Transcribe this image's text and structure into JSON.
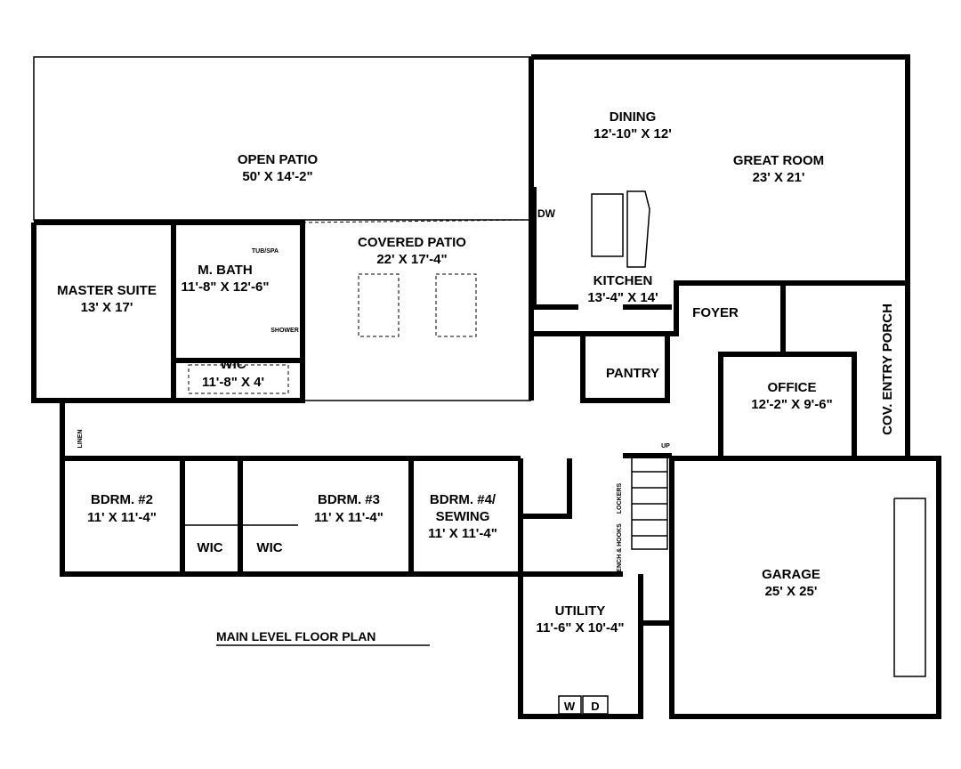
{
  "plan_title": "MAIN LEVEL FLOOR PLAN",
  "rooms": [
    {
      "name": "OPEN PATIO",
      "size": "50' X 14'-2\""
    },
    {
      "name": "DINING",
      "size": "12'-10\" X 12'"
    },
    {
      "name": "GREAT ROOM",
      "size": "23' X 21'"
    },
    {
      "name": "COVERED PATIO",
      "size": "22' X 17'-4\""
    },
    {
      "name": "MASTER SUITE",
      "size": "13' X 17'"
    },
    {
      "name": "M. BATH",
      "size": "11'-8\" X 12'-6\""
    },
    {
      "name": "KITCHEN",
      "size": "13'-4\" X 14'"
    },
    {
      "name": "FOYER",
      "size": ""
    },
    {
      "name": "WIC",
      "size": "11'-8\" X 4'"
    },
    {
      "name": "PANTRY",
      "size": ""
    },
    {
      "name": "OFFICE",
      "size": "12'-2\" X 9'-6\""
    },
    {
      "name": "COV. ENTRY PORCH",
      "size": ""
    },
    {
      "name": "BDRM. #2",
      "size": "11' X 11'-4\""
    },
    {
      "name": "BDRM. #3",
      "size": "11' X 11'-4\""
    },
    {
      "name": "BDRM. #4/",
      "name2": "SEWING",
      "size": "11' X 11'-4\""
    },
    {
      "name": "WIC",
      "size": ""
    },
    {
      "name": "WIC",
      "size": ""
    },
    {
      "name": "GARAGE",
      "size": "25' X 25'"
    },
    {
      "name": "UTILITY",
      "size": "11'-6\" X 10'-4\""
    }
  ],
  "fixture_labels": {
    "tub": "TUB/SPA",
    "shower": "SHOWER",
    "dw": "DW",
    "linen": "LINEN",
    "lockers": "LOCKERS",
    "bench": "BENCH & HOOKS",
    "up": "UP",
    "washer": "W",
    "dryer": "D"
  }
}
